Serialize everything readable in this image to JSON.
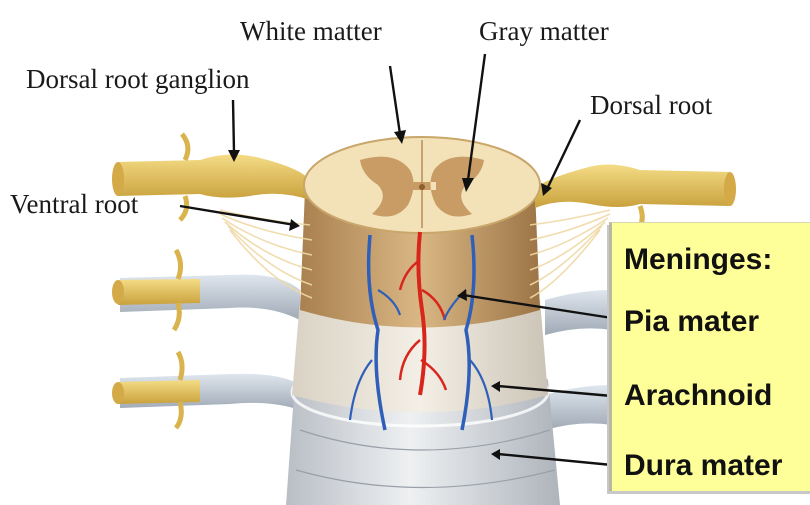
{
  "labels": {
    "white_matter": "White matter",
    "gray_matter": "Gray matter",
    "dorsal_root_ganglion": "Dorsal root ganglion",
    "dorsal_root": "Dorsal root",
    "ventral_root": "Ventral root"
  },
  "meninges": {
    "heading": "Meninges:",
    "pia_mater": "Pia mater",
    "arachnoid": "Arachnoid",
    "dura_mater": "Dura mater"
  },
  "colors": {
    "nerve": "#e8c860",
    "white_matter": "#f3e2b8",
    "gray_matter": "#c4955c",
    "artery": "#d8261c",
    "vein": "#2f5fb8",
    "dura": "#cfd3d8",
    "highlight_box": "#ffff99"
  }
}
